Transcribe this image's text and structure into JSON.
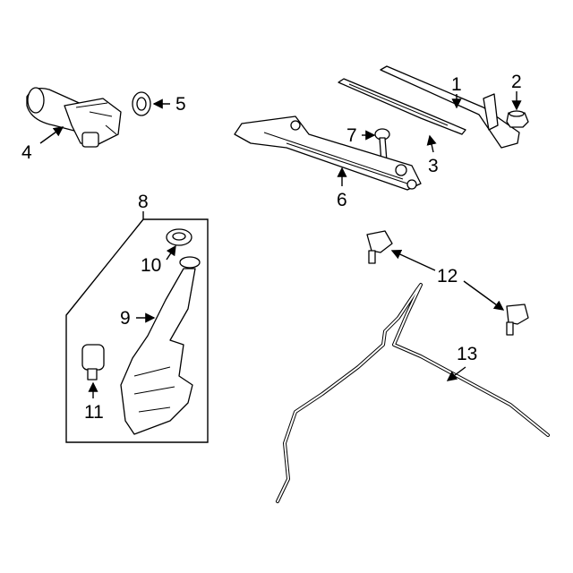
{
  "diagram": {
    "title": "Wiper & Washer Components",
    "callouts": {
      "c1": "1",
      "c2": "2",
      "c3": "3",
      "c4": "4",
      "c5": "5",
      "c6": "6",
      "c7": "7",
      "c8": "8",
      "c9": "9",
      "c10": "10",
      "c11": "11",
      "c12": "12",
      "c13": "13"
    }
  }
}
